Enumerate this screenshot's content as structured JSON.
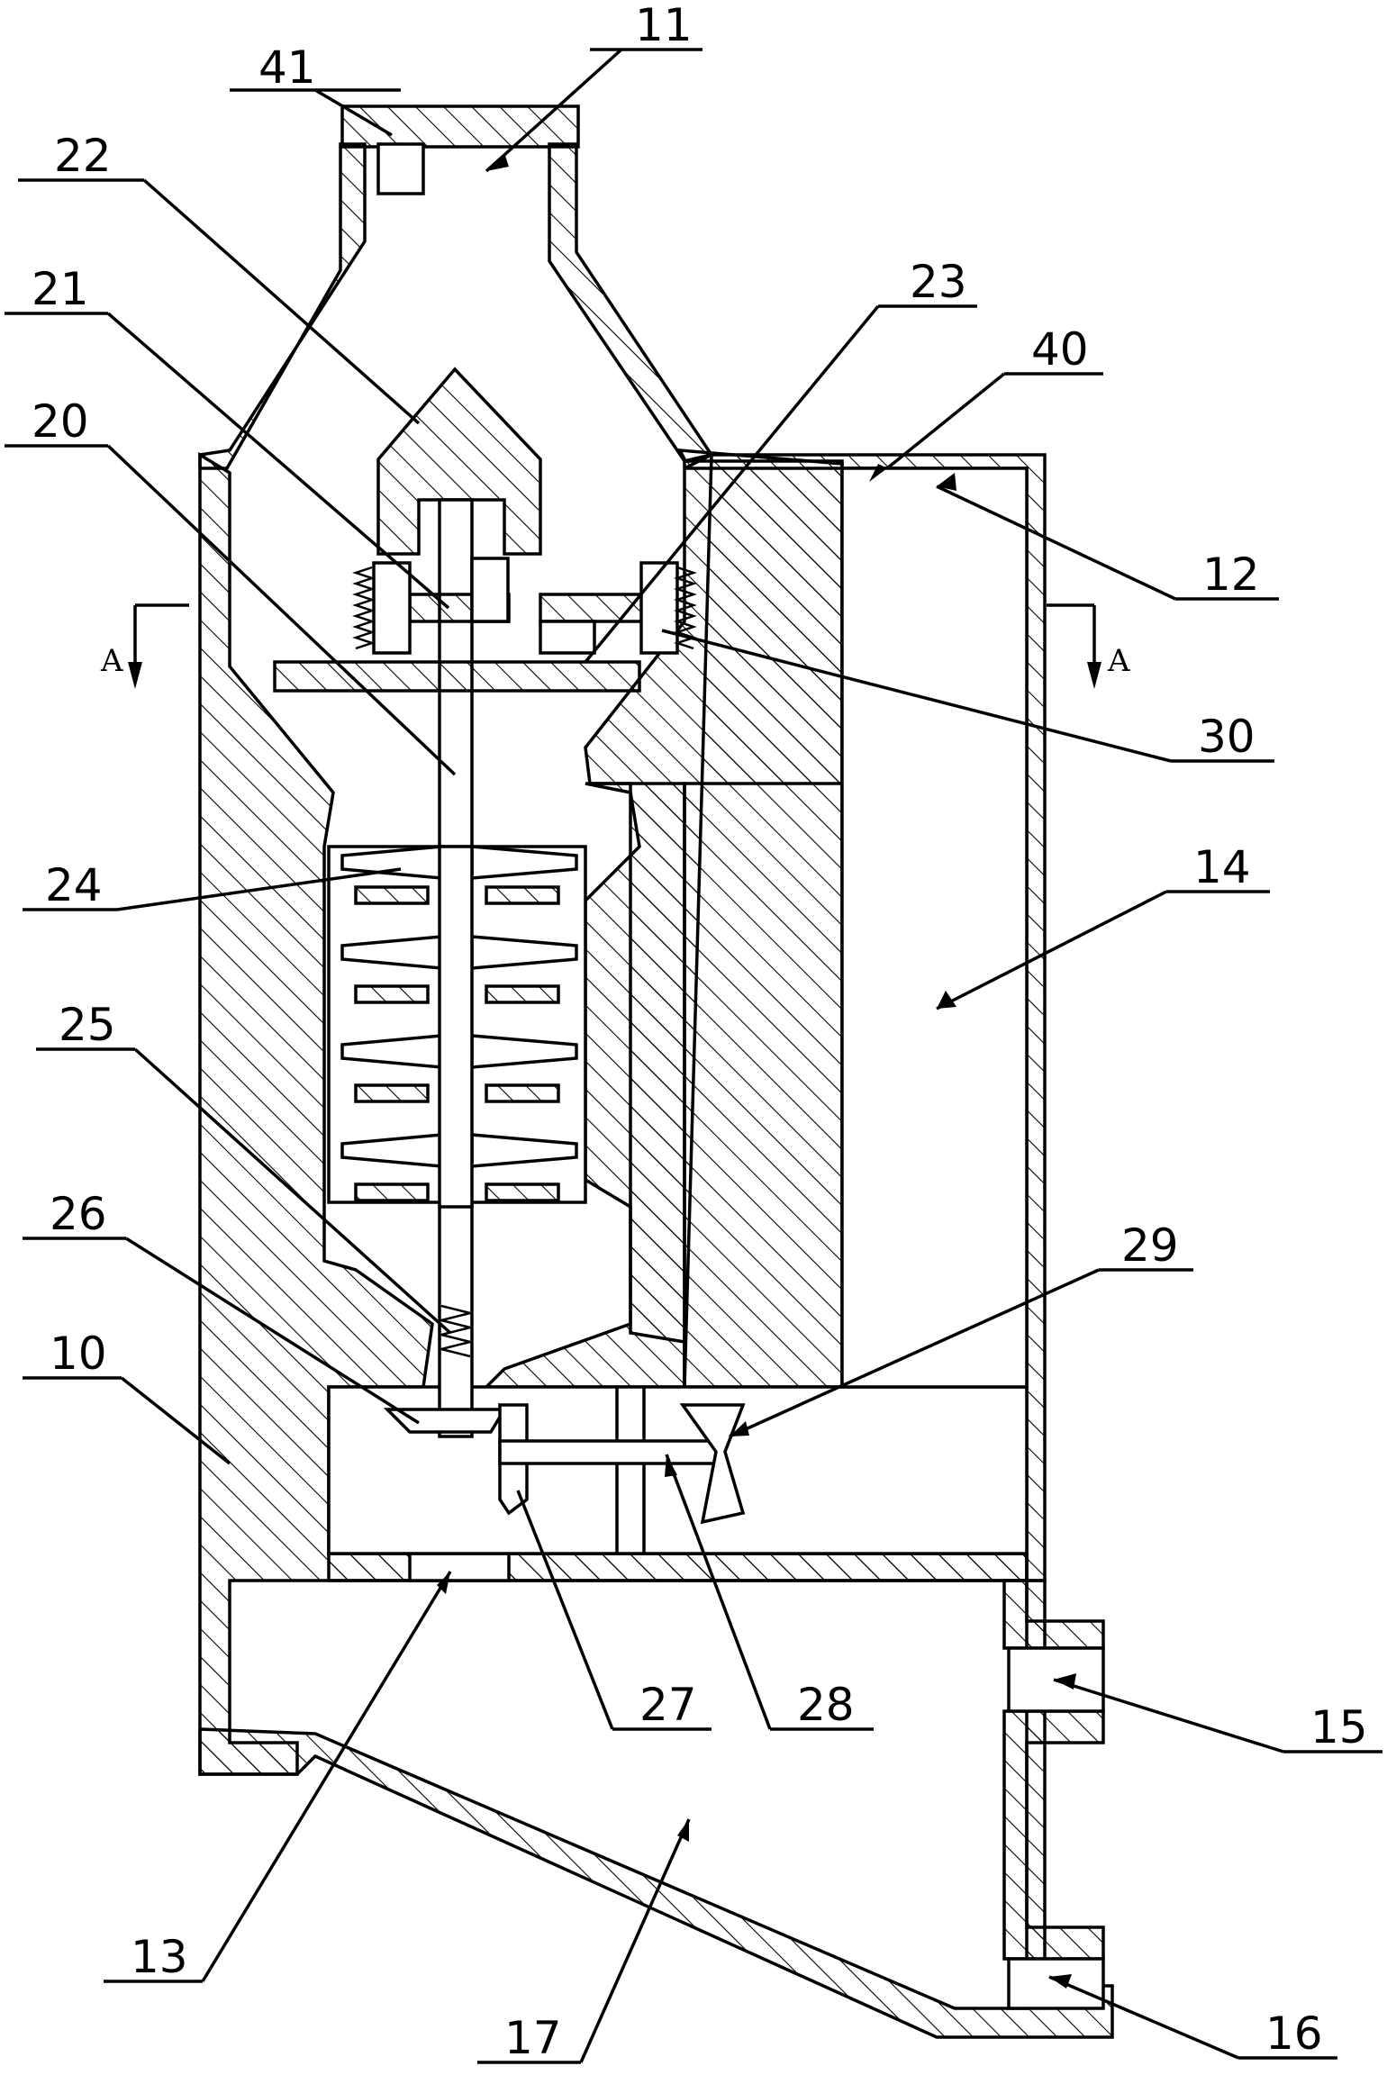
{
  "labels": {
    "l41": "41",
    "l11": "11",
    "l22": "22",
    "l21": "21",
    "l20": "20",
    "l23": "23",
    "l40": "40",
    "l12": "12",
    "l30": "30",
    "l14": "14",
    "l24": "24",
    "l25": "25",
    "l26": "26",
    "l29": "29",
    "l10": "10",
    "l27": "27",
    "l28": "28",
    "l13": "13",
    "l15": "15",
    "l16": "16",
    "l17": "17"
  },
  "section": {
    "left": "A",
    "right": "A"
  }
}
